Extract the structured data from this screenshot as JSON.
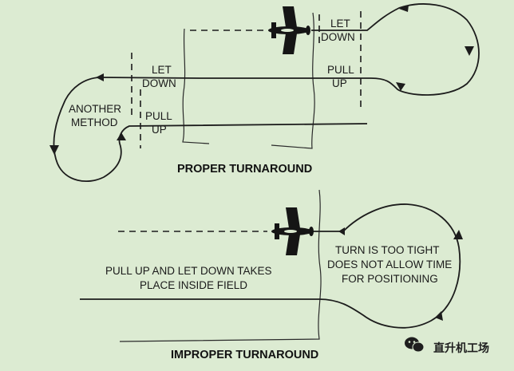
{
  "proper": {
    "title": "PROPER TURNAROUND",
    "let_down_right": [
      "LET",
      "DOWN"
    ],
    "pull_up_right": [
      "PULL",
      "UP"
    ],
    "let_down_left": [
      "LET",
      "DOWN"
    ],
    "pull_up_left": [
      "PULL",
      "UP"
    ],
    "another_method": [
      "ANOTHER",
      "METHOD"
    ]
  },
  "improper": {
    "title": "IMPROPER TURNAROUND",
    "inside_field": [
      "PULL UP AND LET DOWN TAKES",
      "PLACE INSIDE FIELD"
    ],
    "too_tight": [
      "TURN IS TOO TIGHT",
      "DOES NOT ALLOW TIME",
      "FOR POSITIONING"
    ]
  },
  "watermark": {
    "text": "直升机工场",
    "icon": "wechat-icon"
  },
  "colors": {
    "background": "#dcebd2",
    "ink": "#1c1c1c"
  }
}
